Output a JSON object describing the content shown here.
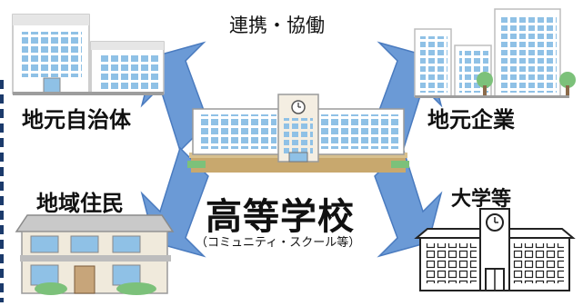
{
  "cooperation_label": "連携・協働",
  "school": {
    "title": "高等学校",
    "subtitle": "（コミュニティ・スクール等）"
  },
  "partners": {
    "local_government": "地元自治体",
    "local_business": "地元企業",
    "local_residents": "地域住民",
    "universities": "大学等"
  },
  "colors": {
    "arrow_fill": "#6b9ad6",
    "arrow_stroke": "#4a7bbf",
    "window_blue": "#8fc1e6",
    "border_navy": "#1b3a6b",
    "tree_green": "#7cc17a"
  },
  "icons": [
    "office-building-icon",
    "tower-building-icon",
    "school-building-icon",
    "house-icon",
    "university-building-icon"
  ]
}
